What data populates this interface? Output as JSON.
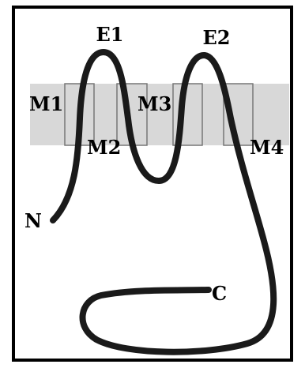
{
  "colors": {
    "background": "#ffffff",
    "frame": "#000000",
    "membrane": "#d8d8d8",
    "helix_box": "#777777",
    "chain": "#1a1a1a"
  },
  "labels": {
    "e1": "E1",
    "e2": "E2",
    "m1": "M1",
    "m2": "M2",
    "m3": "M3",
    "m4": "M4",
    "n_terminus": "N",
    "c_terminus": "C"
  }
}
